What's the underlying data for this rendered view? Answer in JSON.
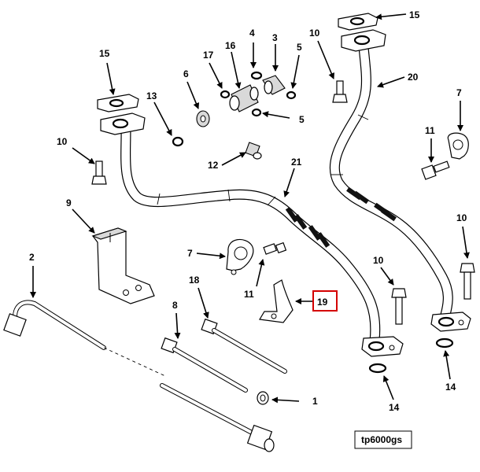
{
  "callouts": {
    "c1": "1",
    "c2": "2",
    "c3": "3",
    "c4": "4",
    "c5a": "5",
    "c5b": "5",
    "c6": "6",
    "c7a": "7",
    "c7b": "7",
    "c8": "8",
    "c9": "9",
    "c10a": "10",
    "c10b": "10",
    "c10c": "10",
    "c10d": "10",
    "c11a": "11",
    "c11b": "11",
    "c12": "12",
    "c13": "13",
    "c14a": "14",
    "c14b": "14",
    "c15a": "15",
    "c15b": "15",
    "c16": "16",
    "c17": "17",
    "c18": "18",
    "c19": "19",
    "c20": "20",
    "c21": "21"
  },
  "highlighted_callout": "19",
  "highlight_color": "#d40000",
  "drawing_code": "tp6000gs"
}
